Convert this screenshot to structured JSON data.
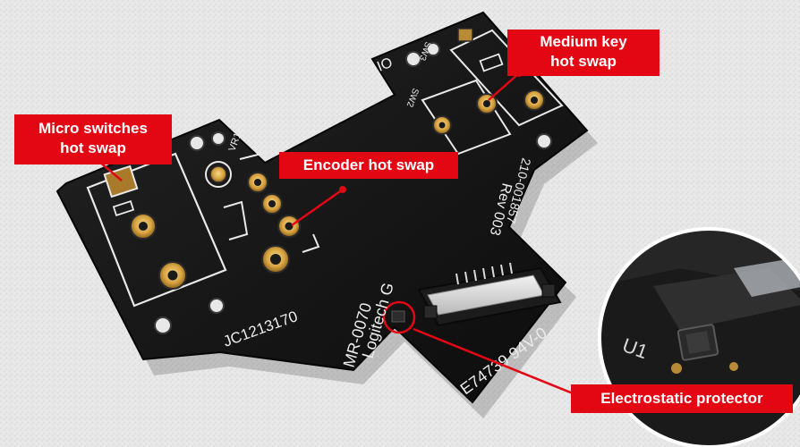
{
  "callouts": {
    "micro_switches": {
      "line1": "Micro switches",
      "line2": "hot swap"
    },
    "medium_key": {
      "line1": "Medium key",
      "line2": "hot swap"
    },
    "encoder": {
      "text": "Encoder hot swap"
    },
    "esd": {
      "text": "Electrostatic protector"
    }
  },
  "pcb_silkscreen": {
    "brand": "Logitech G",
    "part_no": "MR-0070",
    "batch": "JC1213170",
    "cert": "E74739 94V-0",
    "revision": "Rev 003",
    "part_code": "210-001857",
    "ref_vr": "VR1",
    "ref_sw2": "SW2",
    "ref_sw3": "SW3",
    "ref_io": "IO",
    "ref_u1": "U1"
  },
  "colors": {
    "callout": "#e30613",
    "pcb": "#151515",
    "silkscreen": "#ececec",
    "gold_pad": "#d9a441"
  }
}
